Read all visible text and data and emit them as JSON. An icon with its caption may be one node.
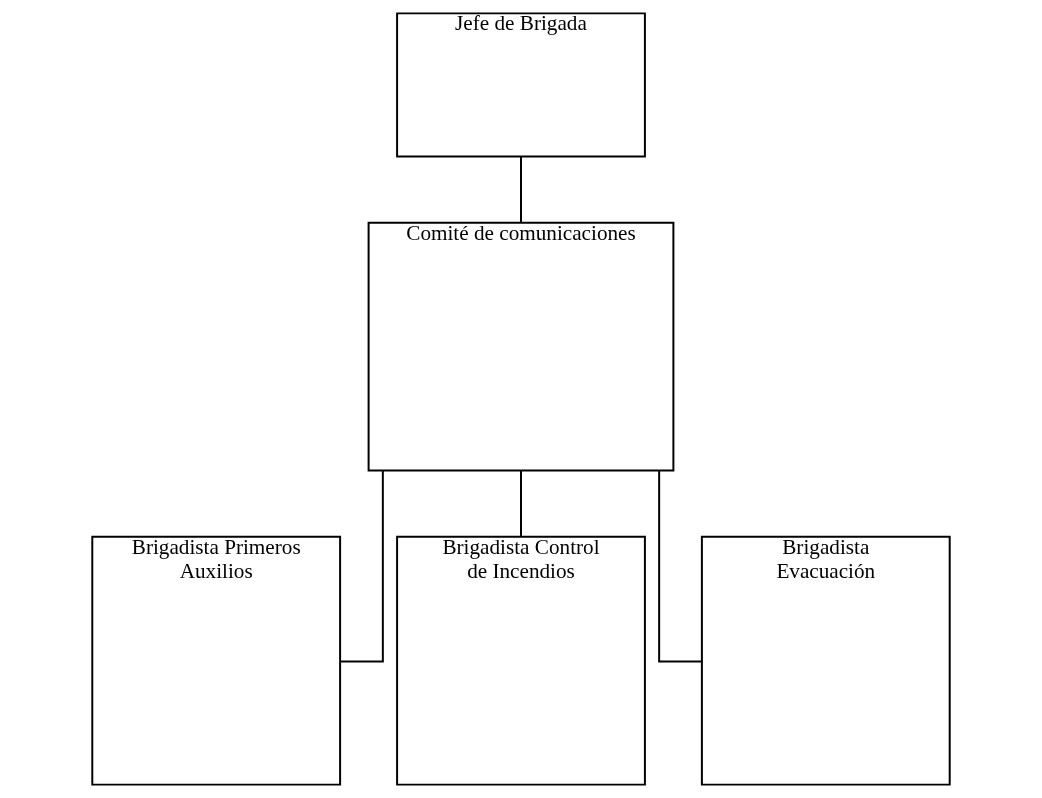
{
  "diagram": {
    "nodes": [
      {
        "text": [
          "Jefe de Brigada"
        ]
      },
      {
        "text": [
          "Comité de comunicaciones"
        ]
      },
      {
        "text": [
          "Brigadista Primeros Auxilios"
        ]
      },
      {
        "text": [
          "Brigadista Control de Incendios"
        ]
      },
      {
        "text": [
          "Brigadista Evacuación"
        ]
      }
    ],
    "edges": [
      {
        "from": 0,
        "to": 1,
        "arrow": "none"
      },
      {
        "from": 1,
        "to": 2,
        "arrow": "none"
      },
      {
        "from": 1,
        "to": 3,
        "arrow": "none"
      },
      {
        "from": 1,
        "to": 4,
        "arrow": "none"
      }
    ]
  }
}
